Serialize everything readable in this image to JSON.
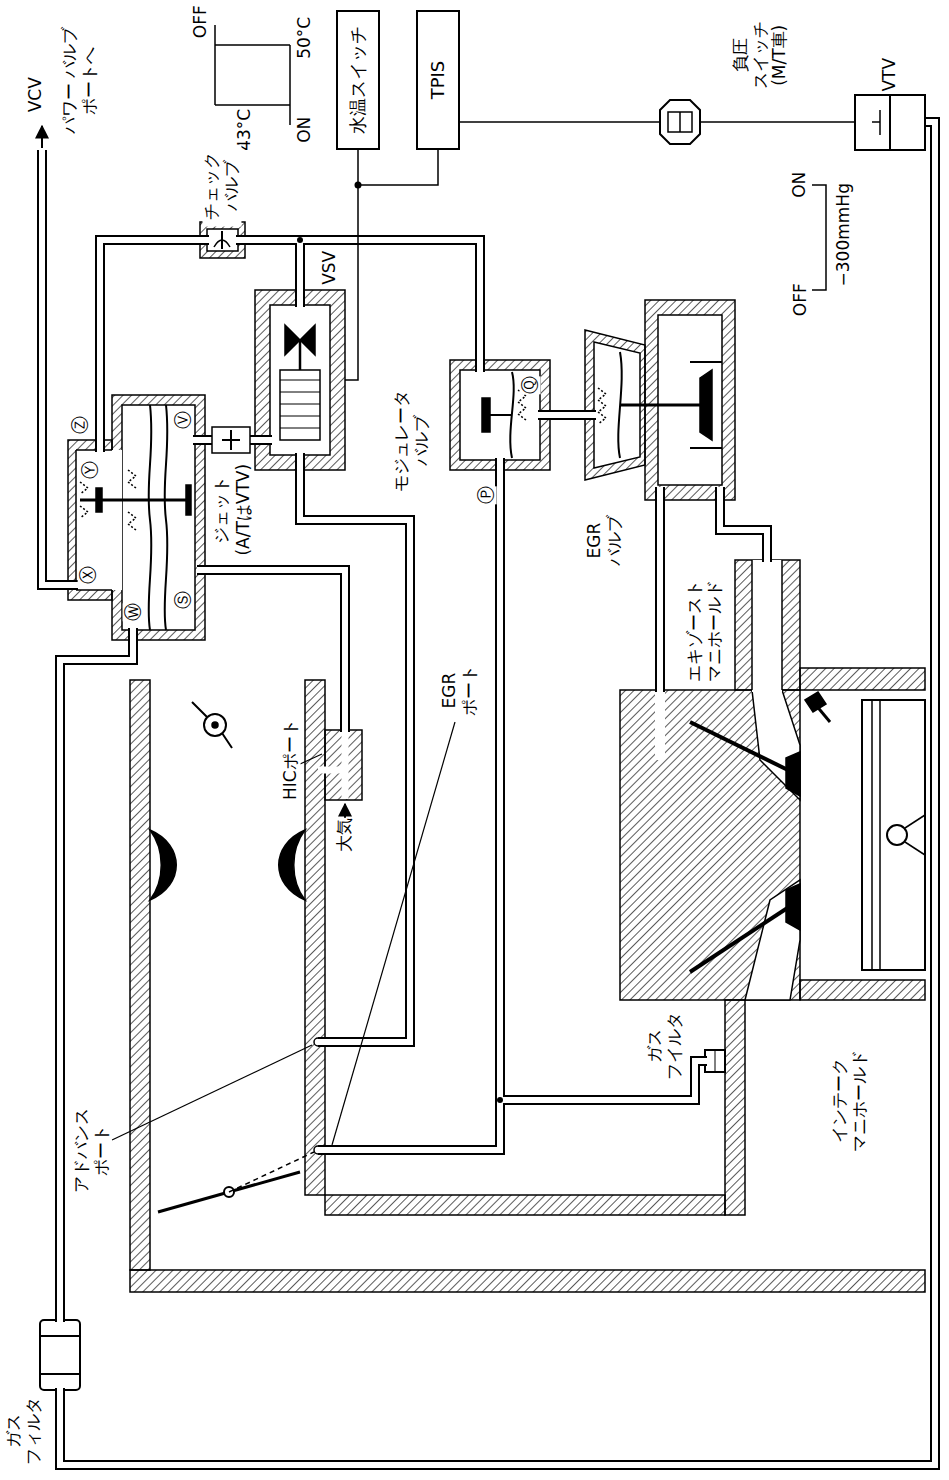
{
  "diagram": {
    "nodes": [
      {
        "text": [
          "水温スイッチ"
        ]
      },
      {
        "text": [
          "TPIS"
        ]
      }
    ],
    "edges": [
      {
        "from": 0,
        "to": 1,
        "arrow": "none"
      }
    ],
    "labels": [
      "VCV",
      "パワー バルブ ポートへ",
      "OFF",
      "50°C",
      "43°C",
      "ON",
      "負圧 スイッチ (M/T車)",
      "VTV",
      "ON",
      "−300mmHg",
      "OFF",
      "チェック バルブ",
      "VSV",
      "Ⓩ",
      "Ⓥ",
      "Ⓨ",
      "ジェット",
      "(A/TはVTV)",
      "Ⓧ",
      "Ⓢ",
      "Ⓦ",
      "モジュレータ バルブ",
      "Ⓠ",
      "Ⓟ",
      "EGR バルブ",
      "エキゾースト マニホールド",
      "EGR ポート",
      "HICポート",
      "大気",
      "ガス フイルタ",
      "インテーク マニホールド",
      "アドバンス ポート",
      "ガス フィルタ"
    ]
  }
}
